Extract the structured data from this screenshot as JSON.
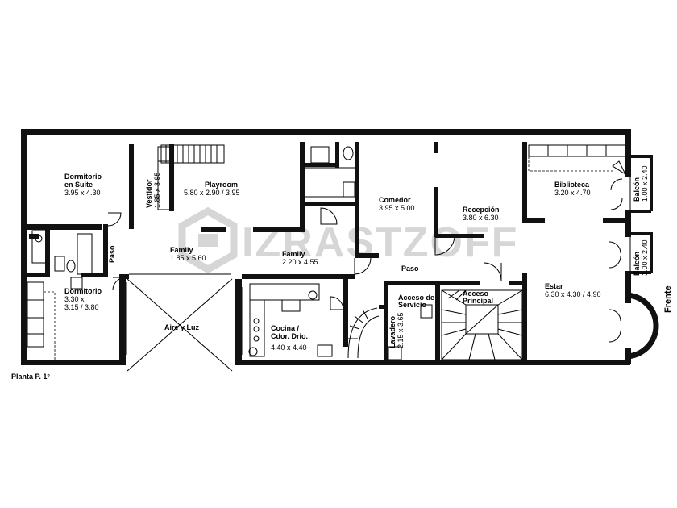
{
  "plan": {
    "title": "Planta P. 1°",
    "orientation_label": "Frente",
    "watermark": "IZRASTZOFF",
    "rooms": {
      "dormitorio_suite": {
        "name": "Dormitorio\nen Suite",
        "dims": "3.95 x 4.30"
      },
      "vestidor": {
        "name": "Vestidor",
        "dims": "1.85 x 3.95"
      },
      "playroom": {
        "name": "Playroom",
        "dims": "5.80 x 2.90 / 3.95"
      },
      "comedor": {
        "name": "Comedor",
        "dims": "3.95 x 5.00"
      },
      "recepcion": {
        "name": "Recepción",
        "dims": "3.80 x 6.30"
      },
      "biblioteca": {
        "name": "Biblioteca",
        "dims": "3.20 x 4.70"
      },
      "balcon_1": {
        "name": "Balcón",
        "dims": "1.00 x 2.40"
      },
      "balcon_2": {
        "name": "Balcón",
        "dims": "1.00 x 2.40"
      },
      "paso_left": {
        "name": "Paso"
      },
      "family_1": {
        "name": "Family",
        "dims": "1.85 x 5.60"
      },
      "family_2": {
        "name": "Family",
        "dims": "2.20 x 4.55"
      },
      "paso_mid": {
        "name": "Paso"
      },
      "dormitorio": {
        "name": "Dormitorio",
        "dims": "3.30 x\n3.15 / 3.80"
      },
      "aire_luz": {
        "name": "Aire y Luz"
      },
      "cocina": {
        "name": "Cocina /\nCdor. Drio.",
        "dims": "4.40 x 4.40"
      },
      "acceso_servicio": {
        "name": "Acceso de\nServicio"
      },
      "lavadero": {
        "name": "Lavadero",
        "dims": "2.15 x 3.65"
      },
      "acceso_principal": {
        "name": "Acceso\nPrincipal"
      },
      "estar": {
        "name": "Estar",
        "dims": "6.30 x 4.30 / 4.90"
      }
    }
  }
}
